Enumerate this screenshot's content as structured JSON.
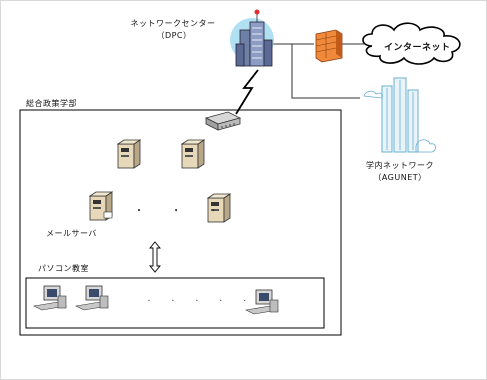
{
  "network_center": {
    "name": "ネットワークセンター",
    "sub": "（DPC）"
  },
  "internet": {
    "label": "インターネット"
  },
  "campus_network": {
    "name": "学内ネットワーク",
    "sub": "（AGUNET）"
  },
  "faculty": {
    "label": "総合政策学部"
  },
  "mail_server": {
    "label": "メールサーバ"
  },
  "pc_room": {
    "label": "パソコン教室"
  },
  "ellipsis_servers": "・ ・ ・",
  "ellipsis_pcs": "・ ・ ・ ・ ・ ・"
}
